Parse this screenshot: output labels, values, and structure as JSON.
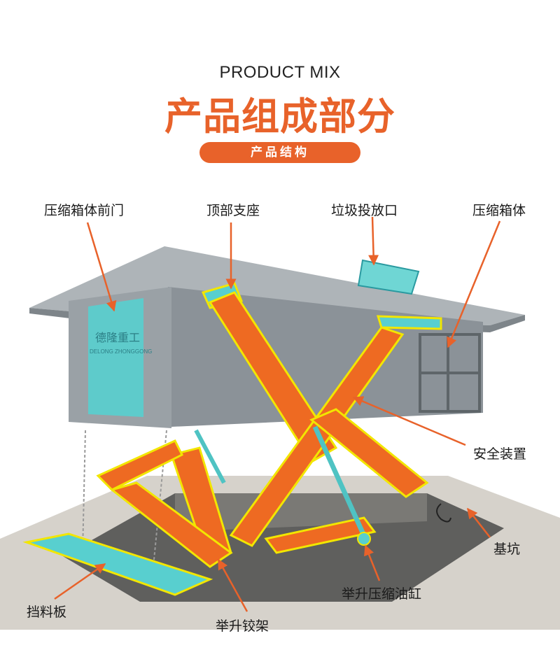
{
  "header": {
    "subtitle_en": "PRODUCT MIX",
    "title_cn": "产品组成部分",
    "section_badge": "产品结构"
  },
  "colors": {
    "accent": "#e8622a",
    "highlight": "#3ecfd0",
    "outline": "#f2e600",
    "steel": "#8e969c"
  },
  "labels": {
    "front_door": "压缩箱体前门",
    "top_support": "顶部支座",
    "trash_inlet": "垃圾投放口",
    "compress_box": "压缩箱体",
    "safety_device": "安全装置",
    "foundation_pit": "基坑",
    "lift_cylinder": "举升压缩油缸",
    "baffle_plate": "挡料板",
    "lift_hinge": "举升铰架"
  },
  "brand": {
    "logo_cn": "德隆重工",
    "logo_en": "DELONG ZHONGGONG"
  }
}
